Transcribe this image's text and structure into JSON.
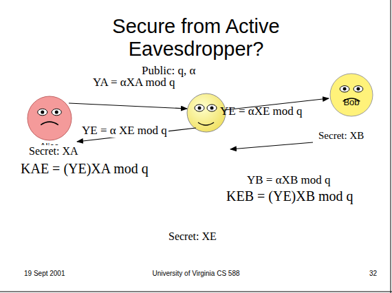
{
  "diagram": {
    "title": "Secure from Active Eavesdropper?",
    "nodes": [
      {
        "text": [
          "Alice"
        ]
      },
      {
        "text": [
          "Bob"
        ]
      }
    ],
    "labels": [
      "Public: q, α",
      "YA = αXA mod q",
      "YE = αXE mod q",
      "YE = α XE mod q",
      "Secret: XB",
      "Secret: XA",
      "KAE = (YE)XA mod q",
      "YB = αXB mod q",
      "KEB = (YE)XB mod q",
      "Secret: XE",
      "19 Sept 2001",
      "University of Virginia CS 588",
      "32"
    ]
  }
}
